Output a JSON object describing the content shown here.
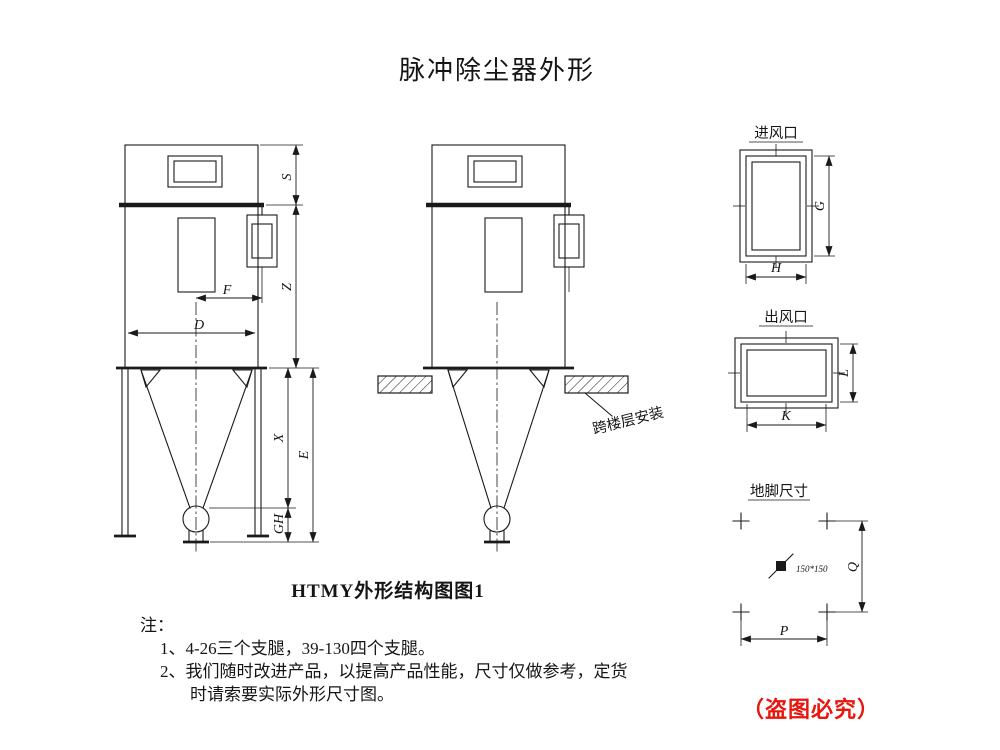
{
  "page": {
    "title": "脉冲除尘器外形",
    "watermark": "（盗图必究）"
  },
  "figure": {
    "caption": "HTMY外形结构图图1"
  },
  "notes": {
    "heading": "注：",
    "items": [
      "1、4-26三个支腿，39-130四个支腿。",
      "2、我们随时改进产品，以提高产品性能，尺寸仅做参考，定货",
      "时请索要实际外形尺寸图。"
    ]
  },
  "front_view": {
    "dims": {
      "s": "S",
      "z": "Z",
      "f": "F",
      "d": "D",
      "x": "X",
      "e": "E",
      "gh": "GH"
    }
  },
  "cross_floor_view": {
    "label": "跨楼层安装"
  },
  "inlet": {
    "label": "进风口",
    "dim_g": "G",
    "dim_h": "H"
  },
  "outlet": {
    "label": "出风口",
    "dim_l": "L",
    "dim_k": "K"
  },
  "anchor": {
    "label": "地脚尺寸",
    "dim_q": "Q",
    "dim_p": "P",
    "bolt_note": "150*150"
  },
  "colors": {
    "ink": "#1a1a1a",
    "accent_red": "#e8150d"
  }
}
